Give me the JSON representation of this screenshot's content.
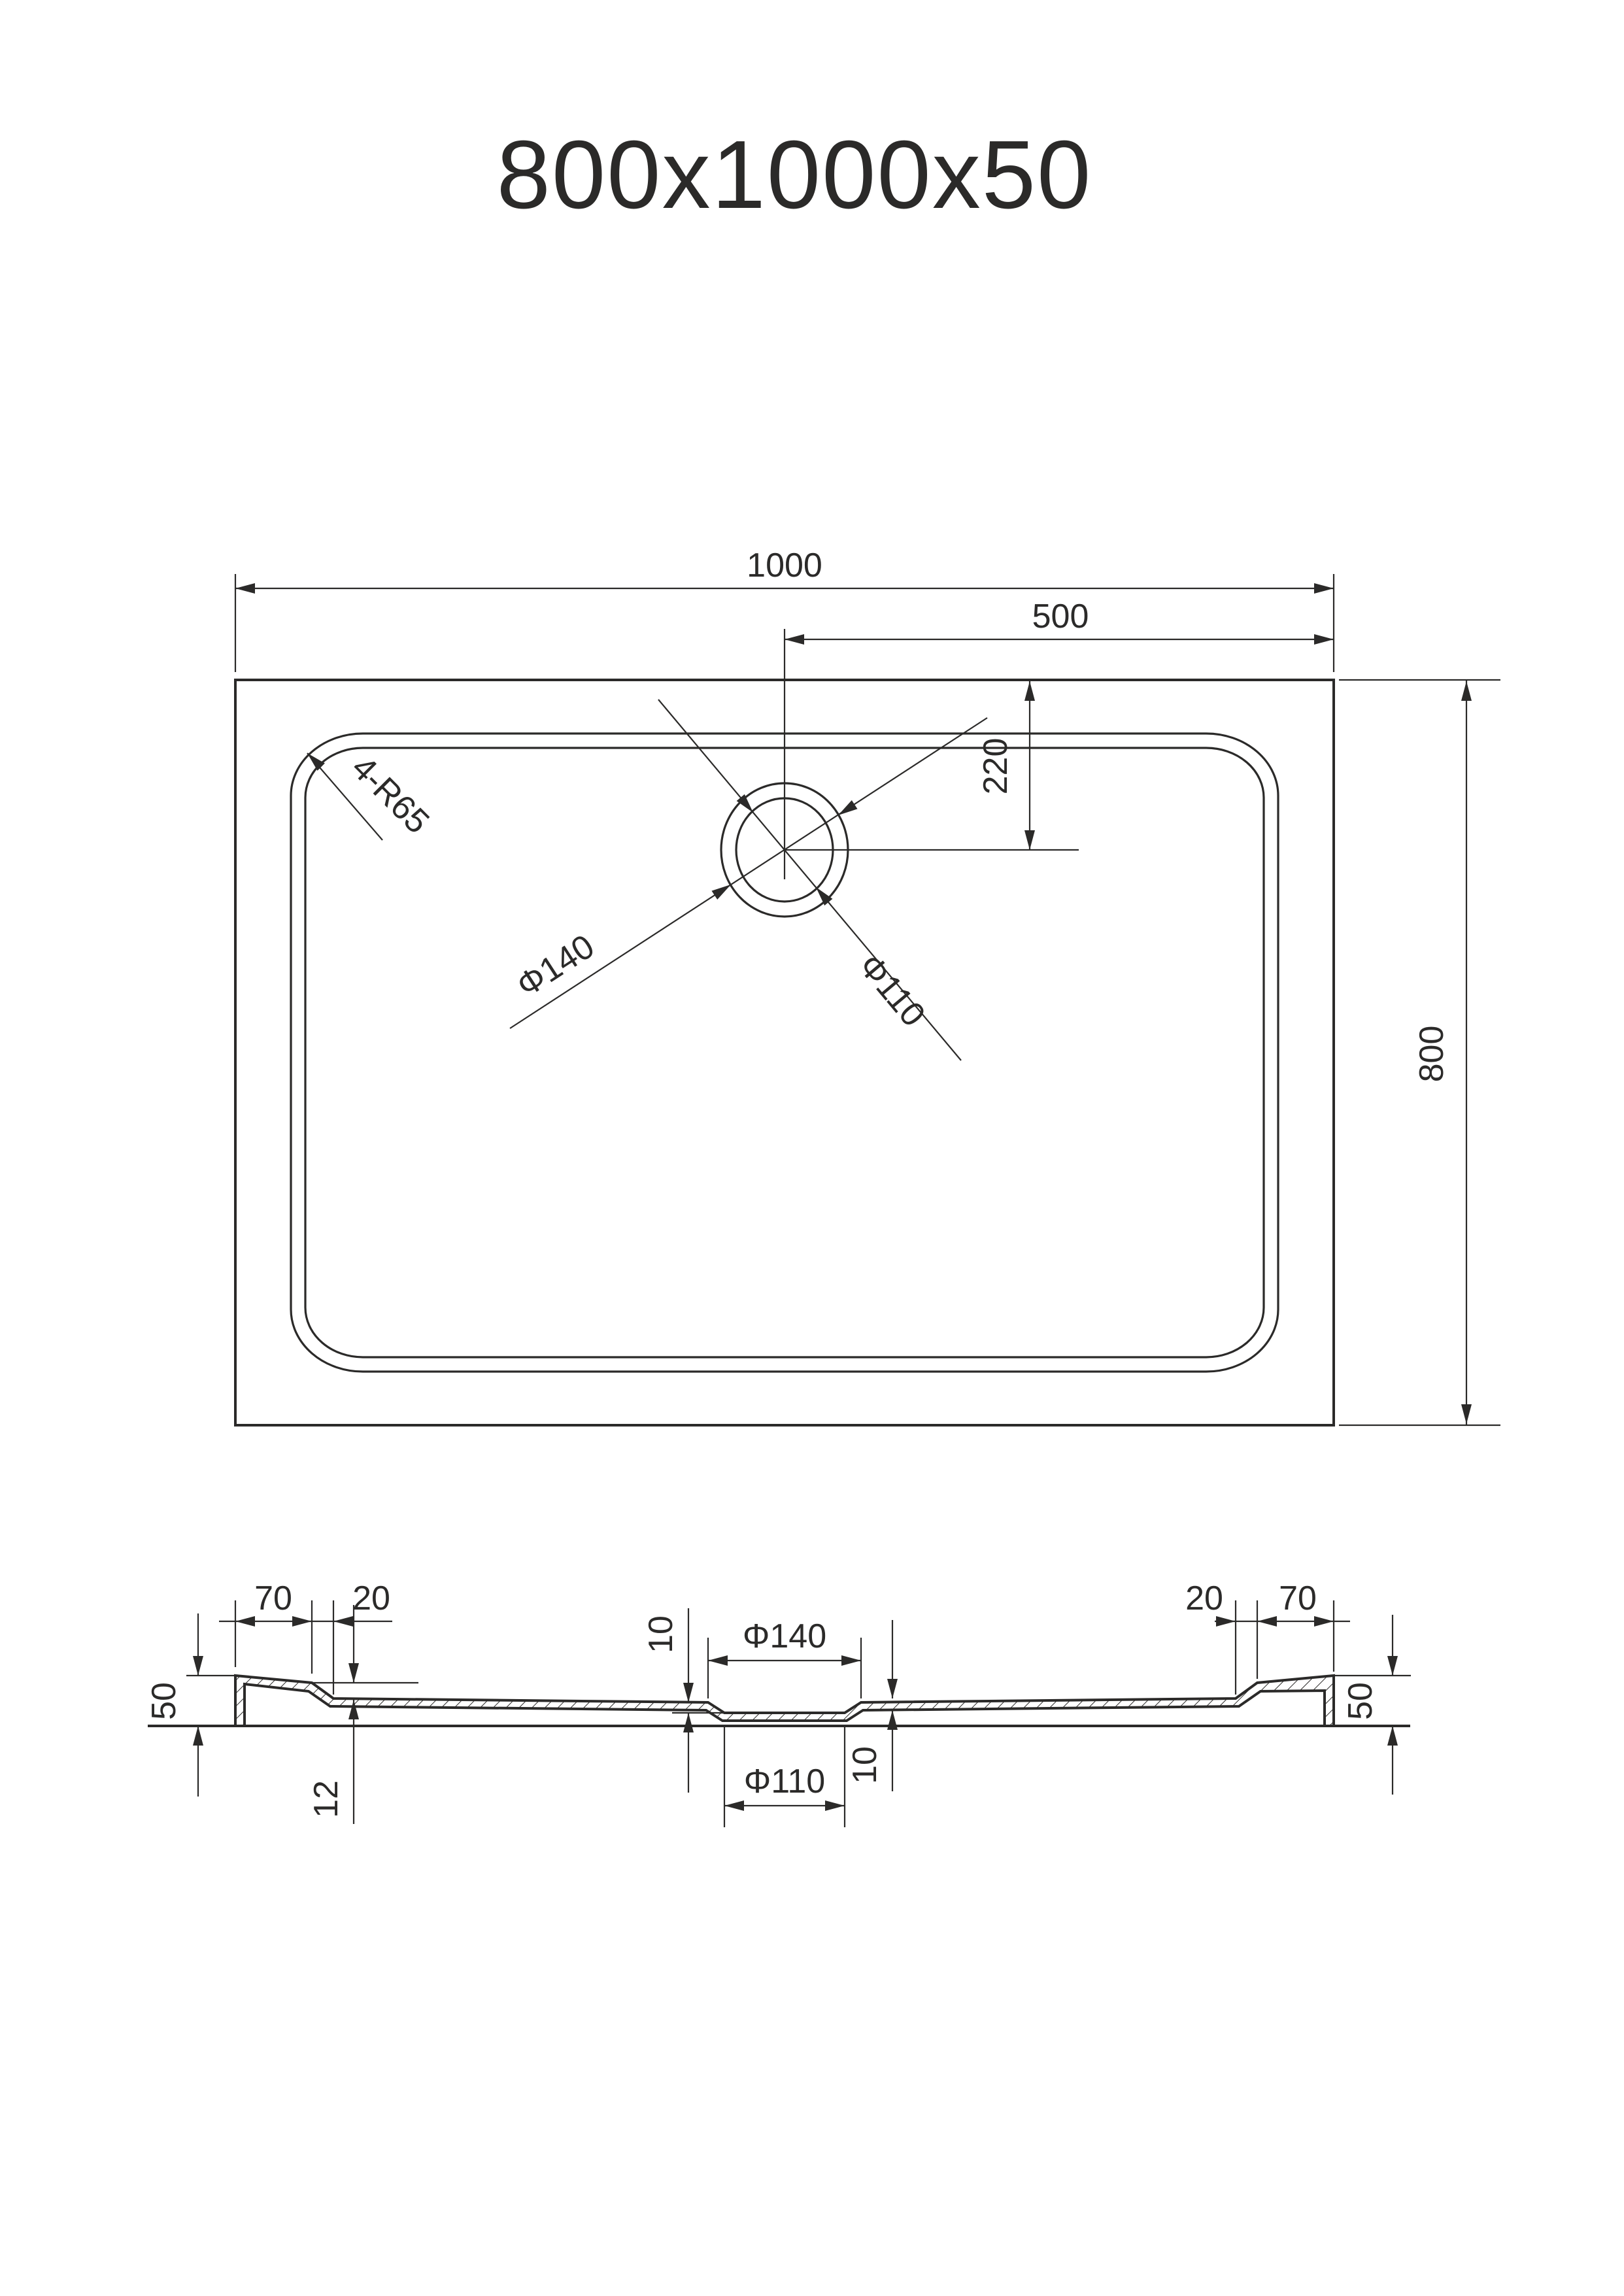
{
  "title": "800x1000x50",
  "colors": {
    "ink": "#2b2a29",
    "background": "#ffffff"
  },
  "top_view": {
    "dim_width": "1000",
    "dim_half_width": "500",
    "dim_drain_from_top": "220",
    "dim_height": "800",
    "corner_radius_label": "4-R65",
    "drain_outer_dia": "Φ140",
    "drain_inner_dia": "Φ110"
  },
  "section_view": {
    "dim_rim_left": "70",
    "dim_step_left": "20",
    "dim_height_left": "50",
    "dim_rim_drop": "12",
    "dim_recess_depth_left": "10",
    "dim_recess_outer_dia": "Φ140",
    "dim_recess_inner_dia": "Φ110",
    "dim_recess_depth_right": "10",
    "dim_step_right": "20",
    "dim_rim_right": "70",
    "dim_height_right": "50"
  }
}
